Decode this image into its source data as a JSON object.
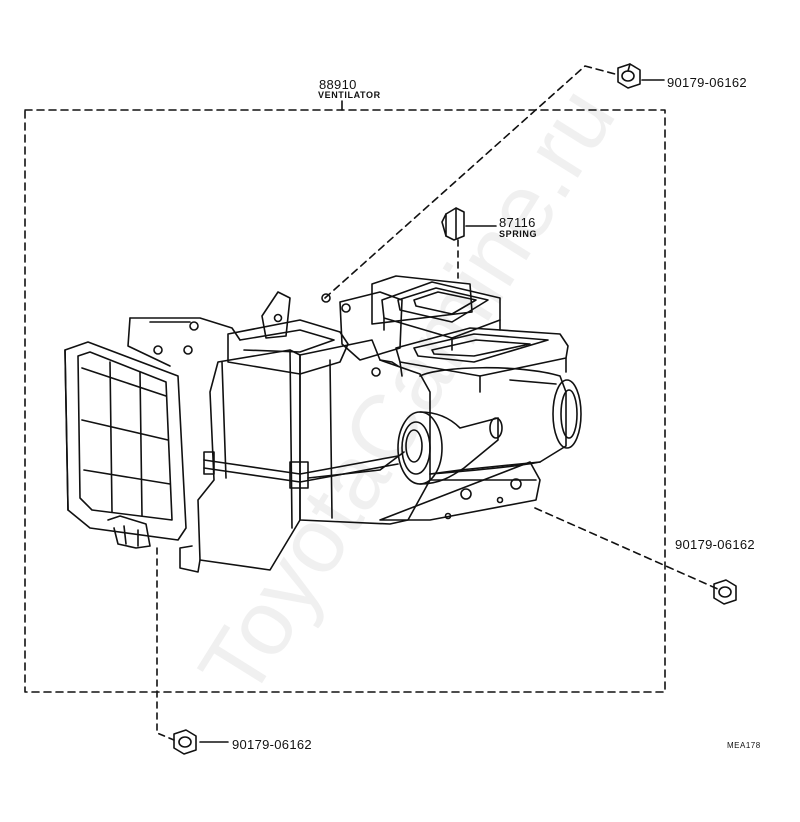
{
  "parts": {
    "ventilator": {
      "number": "88910",
      "name": "VENTILATOR"
    },
    "spring": {
      "number": "87116",
      "name": "SPRING"
    },
    "nut_top": {
      "number": "90179-06162"
    },
    "nut_right": {
      "number": "90179-06162"
    },
    "nut_bottom": {
      "number": "90179-06162"
    }
  },
  "diagram_code": "MEA178",
  "watermark": "ToyotaCamine.ru",
  "colors": {
    "ink": "#111111",
    "background": "#ffffff"
  }
}
